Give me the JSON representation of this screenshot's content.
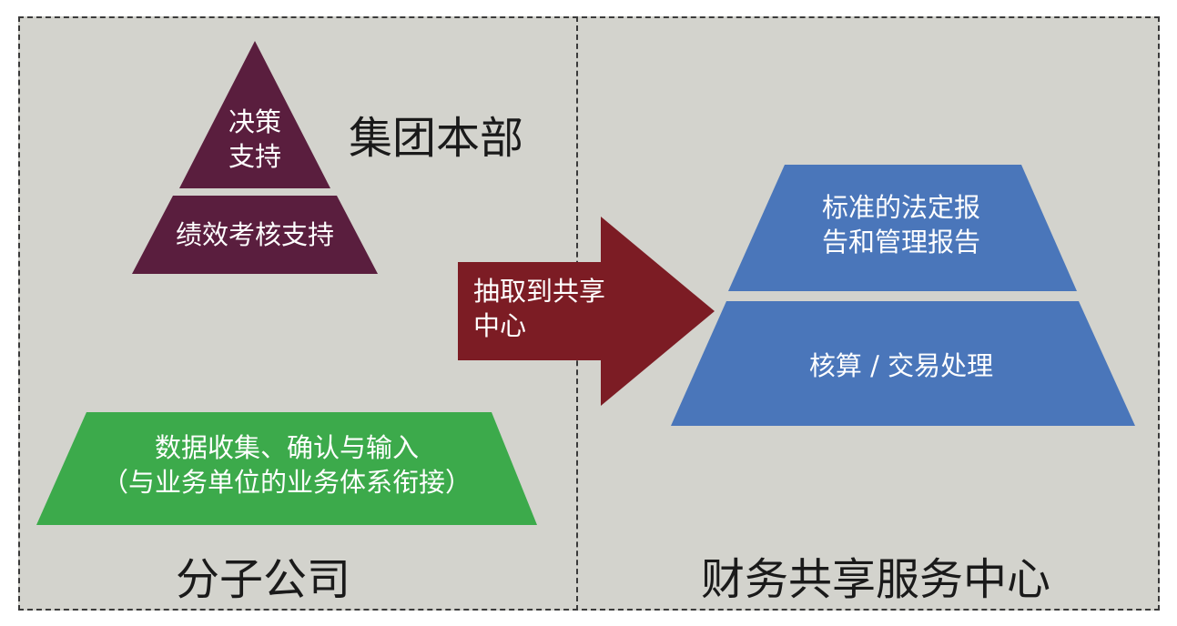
{
  "left_panel": {
    "title_hq": "集团本部",
    "title_sub": "分子公司",
    "pyramid_top": [
      "决策",
      "支持"
    ],
    "pyramid_bottom": "绩效考核支持",
    "green_block": [
      "数据收集、确认与输入",
      "（与业务单位的业务体系衔接）"
    ]
  },
  "arrow": {
    "label": [
      "抽取到共享",
      "中心"
    ]
  },
  "right_panel": {
    "title": "财务共享服务中心",
    "upper_trapezoid": [
      "标准的法定报",
      "告和管理报告"
    ],
    "lower_trapezoid": "核算 / 交易处理"
  },
  "colors": {
    "background": "#d3d3cd",
    "pyramid": "#5a1e3e",
    "arrow": "#7c1c24",
    "green": "#3caa4b",
    "blue": "#4a76ba"
  }
}
